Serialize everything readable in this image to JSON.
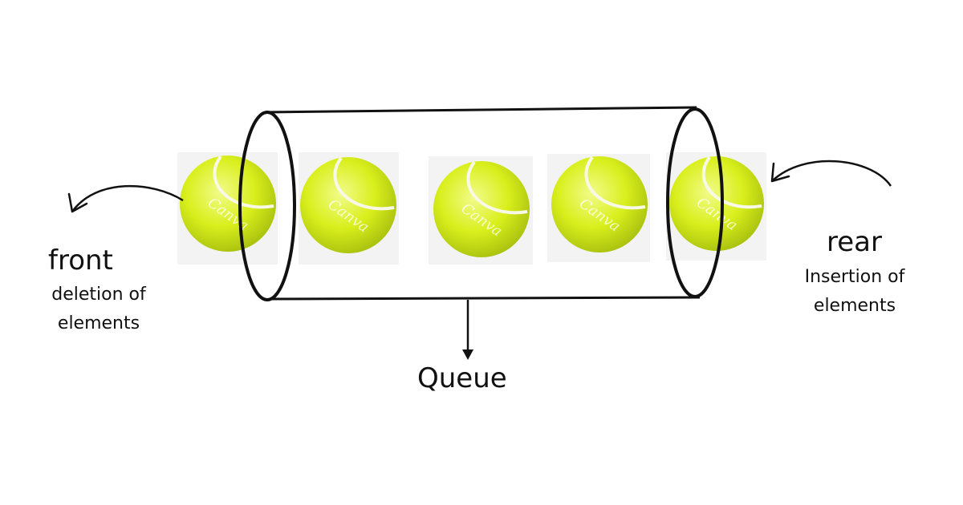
{
  "colors": {
    "ball": "#d9ef1c",
    "ball_shadow": "#a9c10f",
    "ball_highlight": "#f2fb8a",
    "seam": "#f7f9e6",
    "outline": "#111111",
    "text": "#111111"
  },
  "tube": {
    "label": "Queue"
  },
  "front": {
    "title": "front",
    "desc_line1": "deletion of",
    "desc_line2": "elements"
  },
  "rear": {
    "title": "rear",
    "desc_line1": "Insertion of",
    "desc_line2": "elements"
  },
  "balls": [
    {
      "watermark": "Canva"
    },
    {
      "watermark": "Canva"
    },
    {
      "watermark": "Canva"
    },
    {
      "watermark": "Canva"
    },
    {
      "watermark": "Canva"
    }
  ]
}
